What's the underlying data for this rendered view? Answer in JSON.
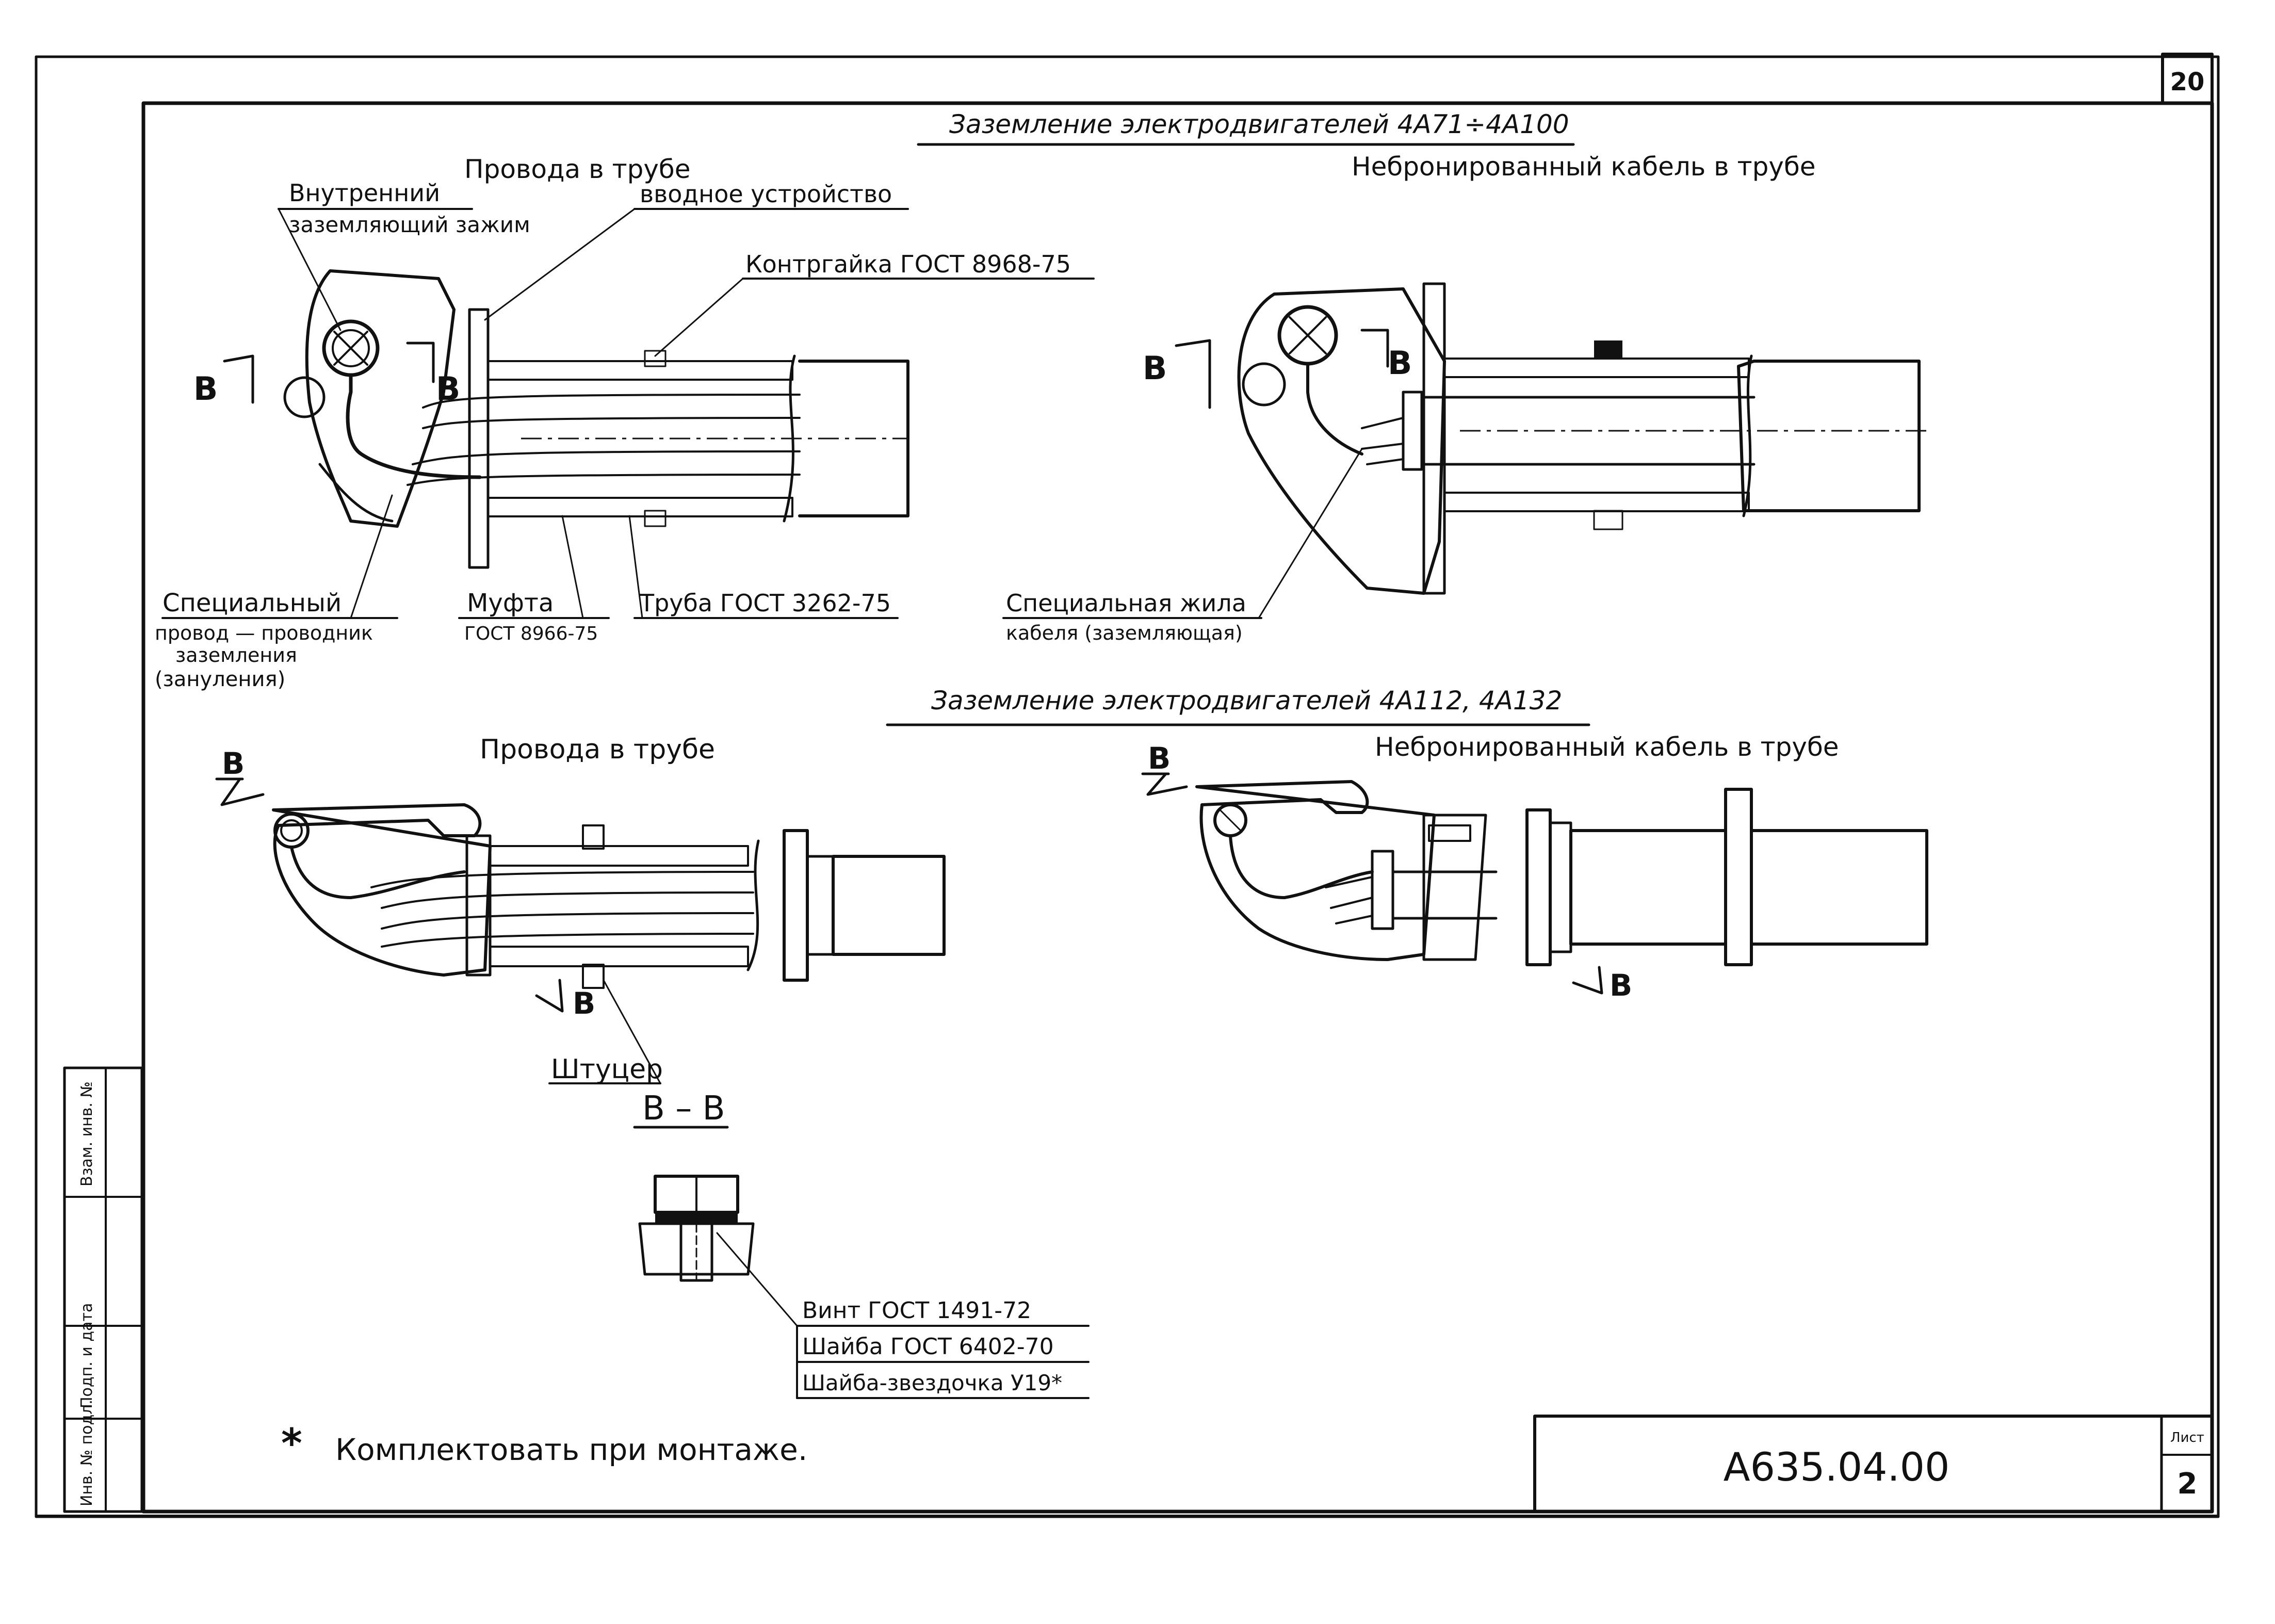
{
  "sheet": {
    "page_number": "20",
    "document_code": "А635.04.00",
    "sheet_label": "Лист",
    "sheet_number": "2",
    "footnote_star": "*",
    "footnote": "Комплектовать при монтаже."
  },
  "stamp": {
    "col1": "Инв. № подл.",
    "col2": "Подп. и дата",
    "col3": "Взам. инв. №"
  },
  "section_top": {
    "title": "Заземление электродвигателей 4А71÷4А100",
    "left": {
      "title": "Провода в трубе",
      "label_internal_1": "Внутренний",
      "label_internal_2": "заземляющий зажим",
      "label_input": "вводное устройство",
      "label_locknut": "Контргайка ГОСТ 8968-75",
      "label_special_1": "Специальный",
      "label_special_2": "провод — проводник",
      "label_special_3": "заземления",
      "label_special_4": "(зануления)",
      "label_coupling_1": "Муфта",
      "label_coupling_2": "ГОСТ 8966-75",
      "label_pipe": "Труба ГОСТ 3262-75",
      "cut_left": "В",
      "cut_right": "В"
    },
    "right": {
      "title": "Небронированный кабель в трубе",
      "label_core_1": "Специальная жила",
      "label_core_2": "кабеля (заземляющая)",
      "cut_left": "В",
      "cut_right": "В"
    }
  },
  "section_bottom": {
    "title": "Заземление электродвигателей 4А112, 4А132",
    "left": {
      "title": "Провода в трубе",
      "cut_top": "В",
      "cut_bottom": "В",
      "label_fitting": "Штуцер",
      "section_label": "В – В"
    },
    "right": {
      "title": "Небронированный кабель в трубе",
      "cut_top": "В",
      "cut_bottom": "В"
    },
    "detail": {
      "label_screw": "Винт ГОСТ 1491-72",
      "label_washer": "Шайба ГОСТ 6402-70",
      "label_star_washer": "Шайба-звездочка У19*"
    }
  }
}
